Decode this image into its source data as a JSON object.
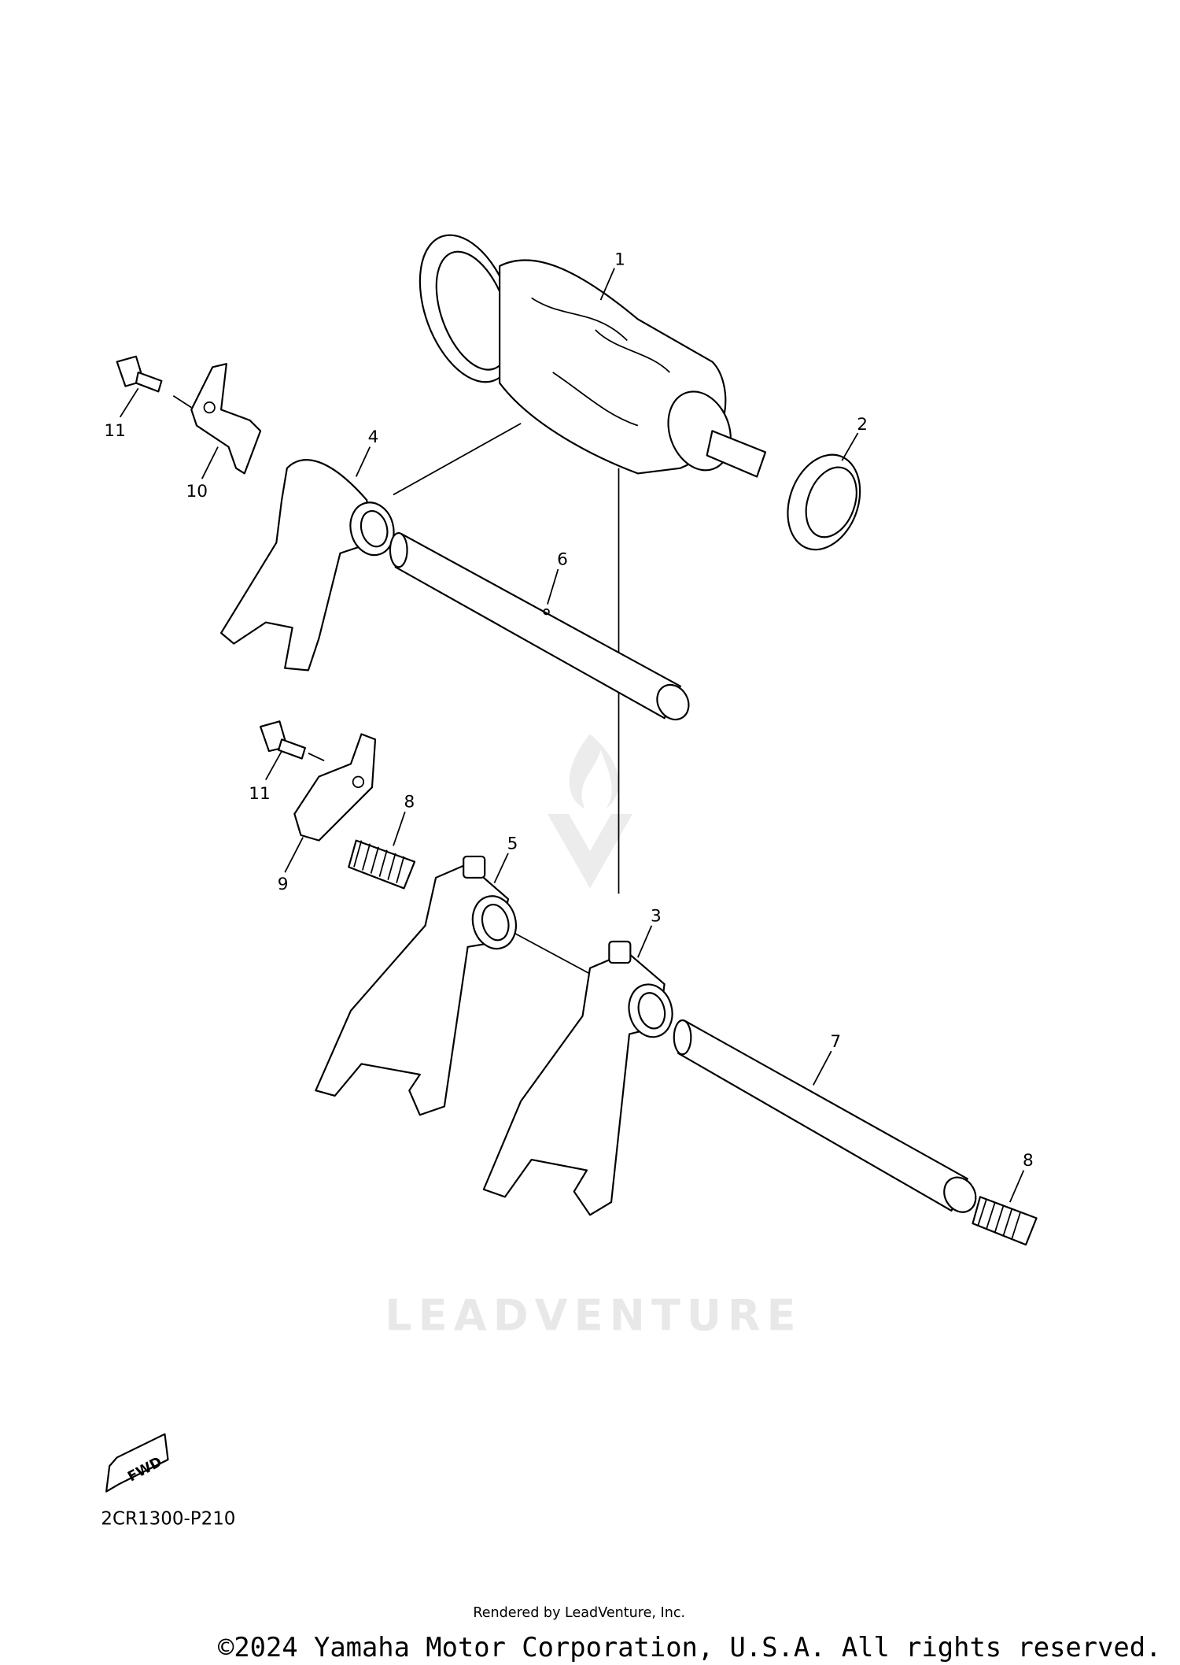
{
  "diagram": {
    "callouts": [
      "1",
      "2",
      "3",
      "4",
      "5",
      "6",
      "7",
      "8",
      "8",
      "9",
      "10",
      "11",
      "11"
    ],
    "watermark": "LEADVENTURE",
    "fwd_label": "FWD",
    "diagram_code": "2CR1300-P210",
    "copyright": "©2024 Yamaha Motor Corporation, U.S.A. All rights reserved.",
    "rendered_by": "Rendered by LeadVenture, Inc."
  }
}
